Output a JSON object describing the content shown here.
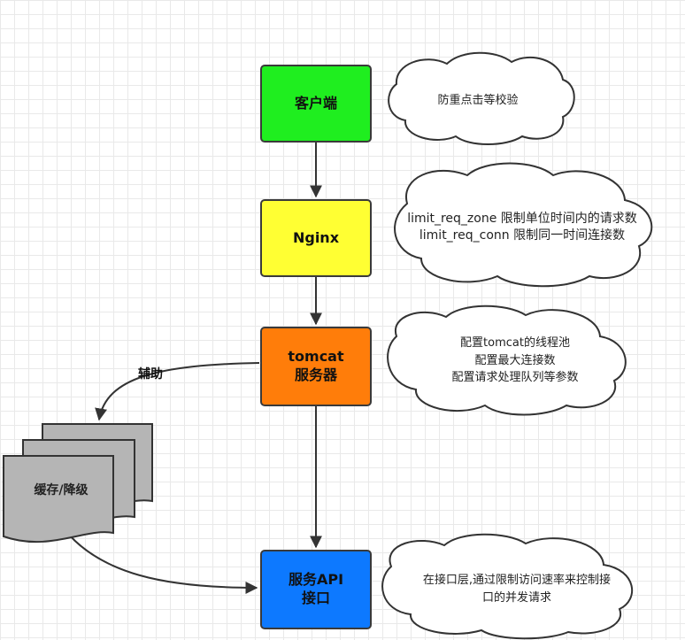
{
  "nodes": {
    "client": {
      "label": "客户端",
      "color": "#1fee1f"
    },
    "nginx": {
      "label": "Nginx",
      "color": "#ffff33"
    },
    "tomcat": {
      "label": "tomcat\n服务器",
      "color": "#ff7d0a"
    },
    "api": {
      "label": "服务API\n接口",
      "color": "#0d79ff"
    }
  },
  "notes": {
    "client": "防重点击等校验",
    "nginx": "limit_req_zone 限制单位时间内的请求数\nlimit_req_conn 限制同一时间连接数",
    "tomcat": "配置tomcat的线程池\n配置最大连接数\n配置请求处理队列等参数",
    "api": "在接口层,通过限制访问速率来控制接\n口的并发请求"
  },
  "aux": {
    "edge_label": "辅助",
    "cache_label": "缓存/降级",
    "doc_color": "#b5b5b5"
  }
}
